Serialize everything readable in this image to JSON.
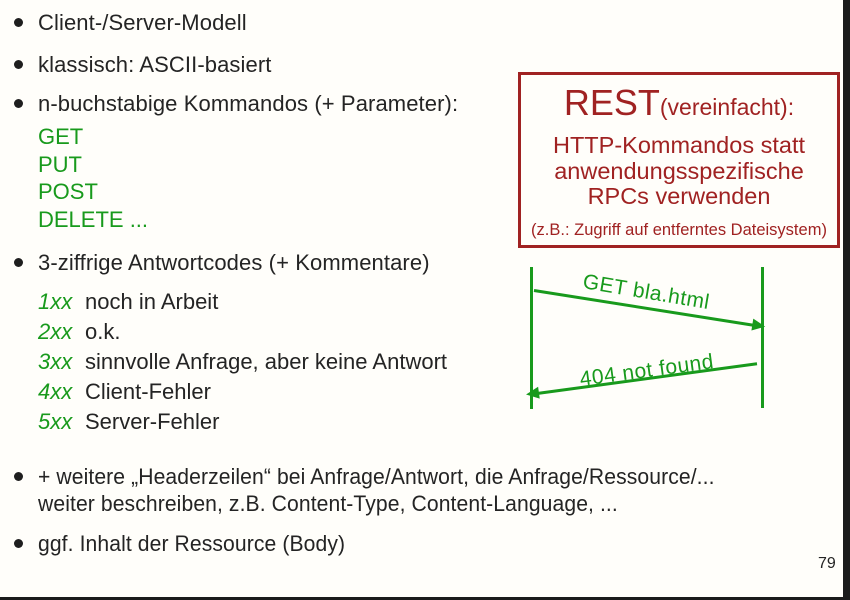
{
  "slide": {
    "page_number": "79"
  },
  "colors": {
    "green": "#189A1C",
    "dark_red": "#A02222",
    "text": "#242424",
    "background": "#FFFEFA"
  },
  "bullets": {
    "b1": "Client-/Server-Modell",
    "b2": "klassisch: ASCII-basiert",
    "b3": "n-buchstabige Kommandos (+ Parameter):",
    "b4": "3-ziffrige Antwortcodes (+ Kommentare)",
    "b5_line1": "+ weitere „Headerzeilen“ bei Anfrage/Antwort, die Anfrage/Ressource/...",
    "b5_line2": "weiter beschreiben, z.B. Content-Type, Content-Language, ...",
    "b6": "ggf. Inhalt der Ressource (Body)"
  },
  "commands": [
    "GET",
    "PUT",
    "POST",
    "DELETE ..."
  ],
  "response_codes": [
    {
      "code": "1xx",
      "desc": "noch in Arbeit"
    },
    {
      "code": "2xx",
      "desc": "o.k."
    },
    {
      "code": "3xx",
      "desc": "sinnvolle Anfrage, aber keine Antwort"
    },
    {
      "code": "4xx",
      "desc": "Client-Fehler"
    },
    {
      "code": "5xx",
      "desc": "Server-Fehler"
    }
  ],
  "rest_box": {
    "title_main": "REST",
    "title_suffix": "(vereinfacht):",
    "body_line1": "HTTP-Kommandos statt",
    "body_line2": "anwendungsspezifische",
    "body_line3": "RPCs verwenden",
    "footnote": "(z.B.: Zugriff auf entferntes Dateisystem)"
  },
  "diagram": {
    "request_label": "GET bla.html",
    "response_label": "404 not found"
  }
}
